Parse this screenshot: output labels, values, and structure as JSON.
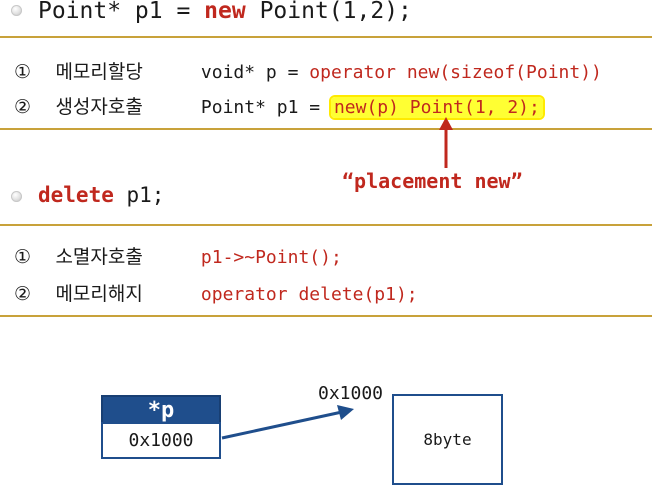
{
  "section1": {
    "code_prefix": "Point* p1 = ",
    "keyword": "new",
    "code_suffix": " Point(1,2);",
    "steps": [
      {
        "num": "①",
        "label": "메모리할당",
        "code_plain": "void* p = ",
        "code_red": "operator new(sizeof(Point))"
      },
      {
        "num": "②",
        "label": "생성자호출",
        "code_plain": "Point* p1 = ",
        "code_red": "new(p) Point(1, 2);"
      }
    ]
  },
  "callout": "“placement new”",
  "section2": {
    "keyword": "delete",
    "code_suffix": " p1;",
    "steps": [
      {
        "num": "①",
        "label": "소멸자호출",
        "code_red": "p1->~Point();"
      },
      {
        "num": "②",
        "label": "메모리해지",
        "code_red": "operator delete(p1);"
      }
    ]
  },
  "memory_diagram": {
    "pointer_label": "*p",
    "pointer_value": "0x1000",
    "address": "0x1000",
    "block_text": "8byte"
  },
  "colors": {
    "accent_red": "#c0281e",
    "rule_gold": "#c8a23a",
    "box_blue": "#1f4e8c",
    "highlight": "#ffff33"
  }
}
